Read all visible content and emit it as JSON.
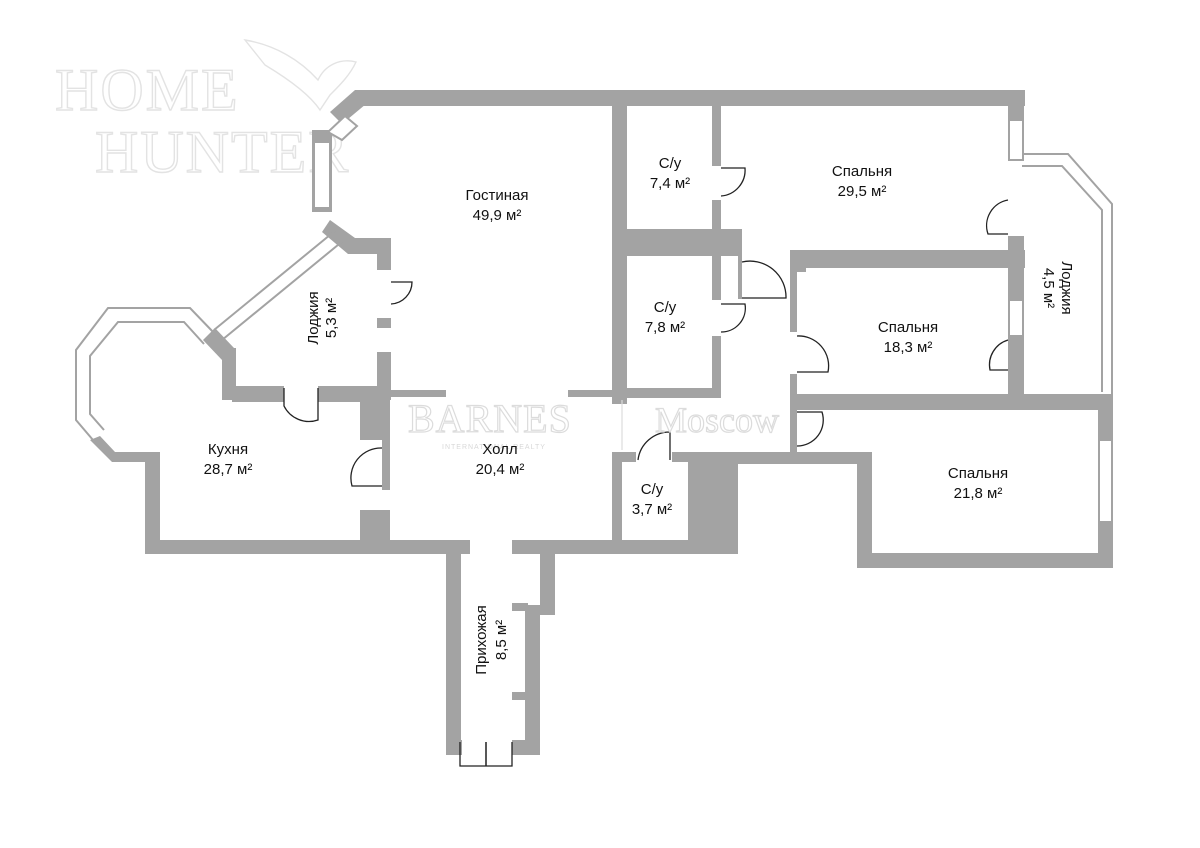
{
  "watermarks": {
    "home_hunter_line1": "HOME",
    "home_hunter_line2": "HUNTER",
    "barnes": "BARNES",
    "barnes_sub": "INTERNATIONAL REALTY",
    "moscow": "Moscow"
  },
  "colors": {
    "wall": "#a3a3a3",
    "glazing": "#ffffff",
    "glazing_outline": "#a3a3a3",
    "label": "#111111",
    "watermark": "#e3e3e3"
  },
  "rooms": {
    "living": {
      "name": "Гостиная",
      "area": "49,9 м²"
    },
    "wc1": {
      "name": "С/у",
      "area": "7,4 м²"
    },
    "bedroom1": {
      "name": "Спальня",
      "area": "29,5 м²"
    },
    "loggia_right": {
      "name": "Лоджия",
      "area": "4,5 м²"
    },
    "wc2": {
      "name": "С/у",
      "area": "7,8 м²"
    },
    "bedroom2": {
      "name": "Спальня",
      "area": "18,3 м²"
    },
    "loggia_left": {
      "name": "Лоджия",
      "area": "5,3 м²"
    },
    "kitchen": {
      "name": "Кухня",
      "area": "28,7 м²"
    },
    "hall": {
      "name": "Холл",
      "area": "20,4 м²"
    },
    "wc3": {
      "name": "С/у",
      "area": "3,7 м²"
    },
    "bedroom3": {
      "name": "Спальня",
      "area": "21,8 м²"
    },
    "entry": {
      "name": "Прихожая",
      "area": "8,5 м²"
    }
  }
}
